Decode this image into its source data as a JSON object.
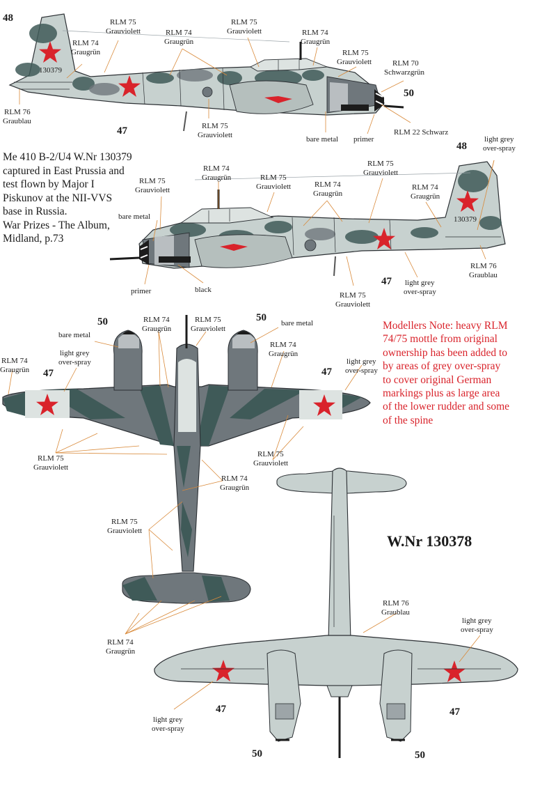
{
  "caption": {
    "lines": [
      "Me 410 B-2/U4 W.Nr 130379",
      "captured in East Prussia and",
      "test flown by Major I",
      "Piskunov at the NII-VVS",
      "base in Russia.",
      "War Prizes - The Album,",
      "Midland, p.73"
    ]
  },
  "note": {
    "lines": [
      "Modellers Note: heavy RLM",
      "74/75 mottle from original",
      "ownership has been added to",
      "by areas of grey over-spray",
      "to cover original German",
      "markings plus as large area",
      "of the lower rudder and some",
      "of the spine"
    ]
  },
  "wnr_title": "W.Nr 130378",
  "serial_marking": "130379",
  "labels": {
    "rlm74": "RLM 74",
    "graugruen": "Graugrün",
    "rlm75": "RLM 75",
    "grauviolett": "Grauviolett",
    "rlm76": "RLM 76",
    "graublau": "Graublau",
    "rlm70": "RLM 70",
    "schwarzgruen": "Schwarzgrün",
    "rlm22": "RLM 22 Schwarz",
    "bare_metal": "bare metal",
    "primer": "primer",
    "black": "black",
    "light_grey": "light grey",
    "over_spray": "over-spray"
  },
  "decal_numbers": {
    "n47": "47",
    "n48": "48",
    "n50": "50"
  },
  "colors": {
    "rlm74": "#3f5a58",
    "rlm75": "#6f777c",
    "rlm76": "#c7d1cf",
    "light_grey": "#dde3e1",
    "star_red": "#d9232b",
    "note_red": "#d9232b",
    "leader": "#d98a3a"
  }
}
